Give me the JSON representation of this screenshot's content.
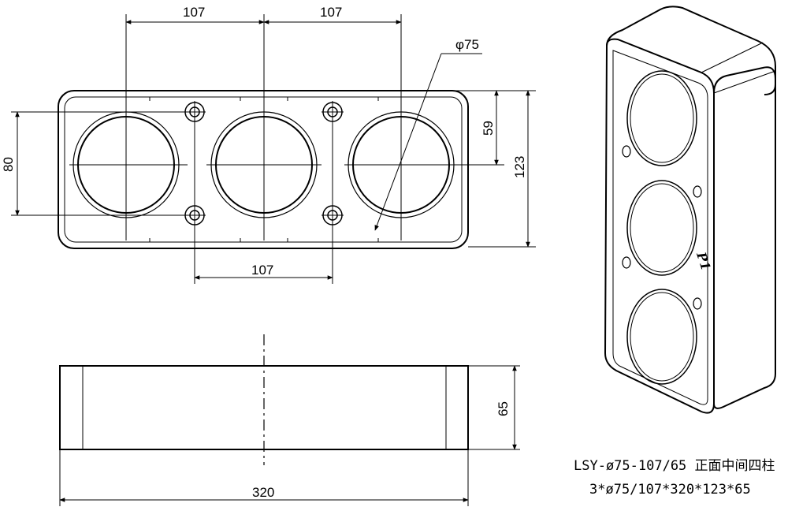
{
  "front_view": {
    "dim_top_left": "107",
    "dim_top_right": "107",
    "dim_hole_diameter": "φ75",
    "dim_height_80": "80",
    "dim_height_59": "59",
    "dim_height_123": "123",
    "dim_bottom": "107"
  },
  "side_view": {
    "dim_depth": "65",
    "dim_width": "320"
  },
  "iso_view": {
    "marking": "P1"
  },
  "caption": {
    "line1": "LSY-ø75-107/65 正面中间四柱",
    "line2": "3*ø75/107*320*123*65"
  },
  "colors": {
    "line": "#000000",
    "background": "#ffffff"
  }
}
